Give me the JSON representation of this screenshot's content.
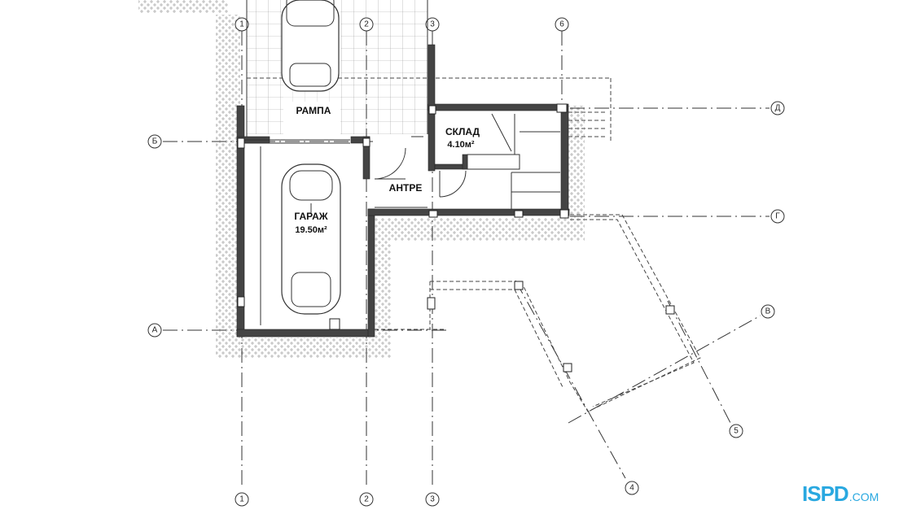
{
  "axes": {
    "vertical": [
      "1",
      "2",
      "3",
      "4",
      "5",
      "6"
    ],
    "horizontal": [
      "Д",
      "Б",
      "Г",
      "А",
      "В"
    ]
  },
  "rooms": {
    "ramp": {
      "name": "РАМПА"
    },
    "storage": {
      "name": "СКЛАД",
      "area": "4.10м²"
    },
    "hall": {
      "name": "АНТРЕ"
    },
    "garage": {
      "name": "ГАРАЖ",
      "area": "19.50м²"
    }
  },
  "watermark": {
    "main": "ISPD",
    "suffix": ".COM"
  },
  "colors": {
    "walls": "#444444",
    "lines": "#333333",
    "logo": "#29a8e0"
  }
}
